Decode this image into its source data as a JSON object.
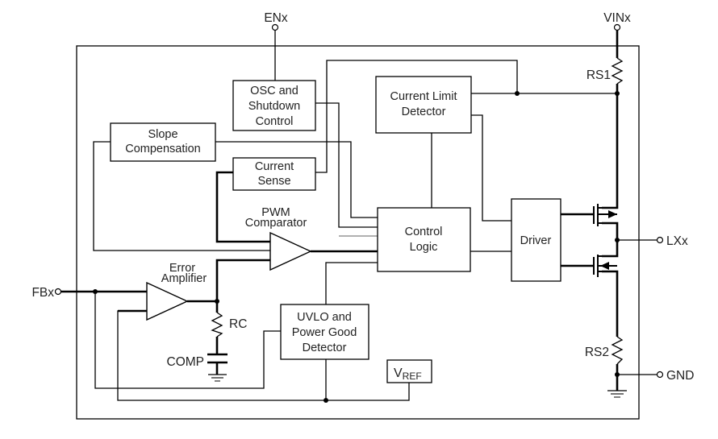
{
  "diagram": {
    "type": "block-diagram",
    "colors": {
      "line": "#000000",
      "text": "#222222",
      "background": "#ffffff"
    },
    "pins": {
      "enx": "ENx",
      "vinx": "VINx",
      "lxx": "LXx",
      "fbx": "FBx",
      "gnd": "GND"
    },
    "blocks": {
      "osc": [
        "OSC and",
        "Shutdown",
        "Control"
      ],
      "current_limit": [
        "Current Limit",
        "Detector"
      ],
      "slope": [
        "Slope",
        "Compensation"
      ],
      "current_sense": [
        "Current",
        "Sense"
      ],
      "control_logic": [
        "Control",
        "Logic"
      ],
      "driver": [
        "Driver"
      ],
      "uvlo": [
        "UVLO and",
        "Power Good",
        "Detector"
      ],
      "vref": {
        "main": "V",
        "sub": "REF"
      }
    },
    "amplifiers": {
      "pwm": [
        "PWM",
        "Comparator"
      ],
      "error": [
        "Error",
        "Amplifier"
      ]
    },
    "components": {
      "rs1": "RS1",
      "rs2": "RS2",
      "rc": "RC",
      "comp": "COMP"
    }
  }
}
